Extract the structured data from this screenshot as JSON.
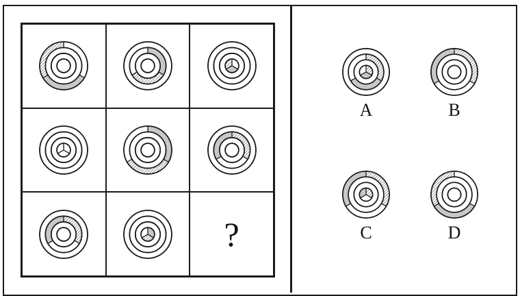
{
  "question_mark": "?",
  "options": [
    {
      "label": "A"
    },
    {
      "label": "B"
    },
    {
      "label": "C"
    },
    {
      "label": "D"
    }
  ],
  "colors": {
    "line": "#1a1a1a",
    "gray": "#c8c8c8",
    "background": "#ffffff"
  }
}
